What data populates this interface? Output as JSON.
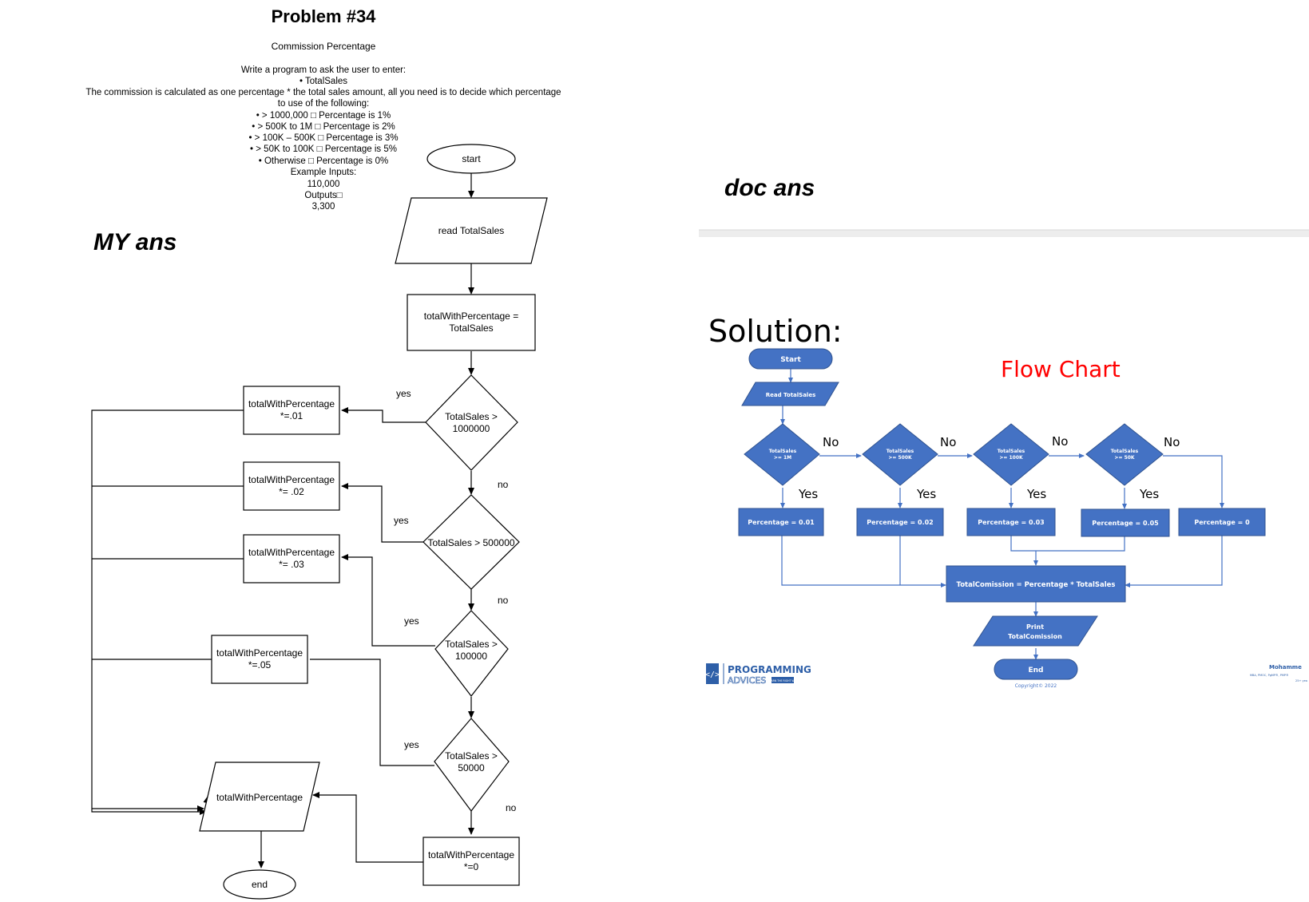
{
  "problem": {
    "title": "Problem #34",
    "subtitle": "Commission Percentage",
    "lines": [
      "Write a program to ask the user to enter:",
      "• TotalSales",
      "The commission is calculated as one percentage * the total sales amount, all you need is to decide which percentage",
      "to use of the following:",
      "• > 1000,000 □ Percentage is 1%",
      "• > 500K to 1M □ Percentage is 2%",
      "• > 100K – 500K □ Percentage is 3%",
      "• > 50K to 100K □ Percentage is 5%",
      "• Otherwise □ Percentage is 0%",
      "Example Inputs:",
      "110,000",
      "Outputs□",
      "3,300"
    ]
  },
  "my_ans": {
    "heading": "MY ans",
    "start": "start",
    "read": "read TotalSales",
    "init": [
      "totalWithPercentage =",
      "TotalSales"
    ],
    "d1": [
      "TotalSales >",
      "1000000"
    ],
    "d2": [
      "TotalSales > 500000"
    ],
    "d3": [
      "TotalSales >",
      "100000"
    ],
    "d4": [
      "TotalSales >",
      "50000"
    ],
    "p1": [
      "totalWithPercentage",
      "*=.01"
    ],
    "p2": [
      "totalWithPercentage",
      "*= .02"
    ],
    "p3": [
      "totalWithPercentage",
      "*= .03"
    ],
    "p4": [
      "totalWithPercentage",
      "*=.05"
    ],
    "p5": [
      "totalWithPercentage",
      "*=0"
    ],
    "output": "totalWithPercentage",
    "end": "end",
    "yes": "yes",
    "no": "no"
  },
  "doc_ans": {
    "heading": "doc ans",
    "solution": "Solution:",
    "flow_title": "Flow Chart",
    "start": "Start",
    "read": "Read TotalSales",
    "decisions": [
      [
        "TotalSales",
        ">= 1M"
      ],
      [
        "TotalSales",
        ">= 500K"
      ],
      [
        "TotalSales",
        ">= 100K"
      ],
      [
        "TotalSales",
        ">= 50K"
      ]
    ],
    "percentages": [
      "Percentage = 0.01",
      "Percentage = 0.02",
      "Percentage = 0.03",
      "Percentage = 0.05",
      "Percentage = 0"
    ],
    "total": "TotalComission = Percentage * TotalSales",
    "print": [
      "Print",
      "TotalComission"
    ],
    "end": "End",
    "copyright": "Copyright© 2022",
    "yes": "Yes",
    "no": "No",
    "logo_top": "PROGRAMMING",
    "logo_bottom": "ADVICES",
    "logo_tag": "LEARN THE RIGHT WAY",
    "author": "Mohamme",
    "author_sub": "MBA, PMOC, PgMP®, PMP®",
    "author_sub2": "25+ yea"
  },
  "colors": {
    "accent": "#4472c4",
    "flow_title": "#ff0000",
    "rule": "#d9d9d9"
  }
}
